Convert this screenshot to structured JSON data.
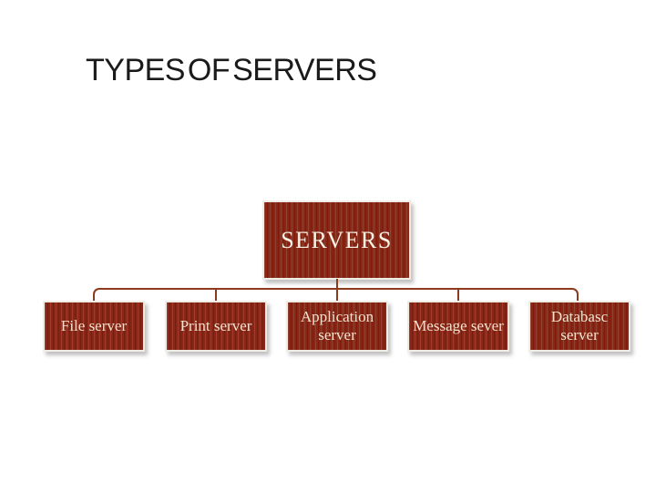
{
  "slide": {
    "title": "TYPES OF SERVERS",
    "background": "#FFFFFF"
  },
  "diagram": {
    "type": "hierarchy",
    "root": {
      "label": "SERVERS"
    },
    "children": [
      {
        "label": "File server"
      },
      {
        "label": "Print server"
      },
      {
        "label": "Application server"
      },
      {
        "label": "Message sever"
      },
      {
        "label": "Databasc server"
      }
    ]
  },
  "colors": {
    "box_fill": "#8B2515",
    "box_border": "#EFECE5",
    "connector_line": "#8E3A1C",
    "root_text": "#FAF2E4",
    "child_text": "#F2E4CF",
    "title_text": "#1A1A1A"
  }
}
